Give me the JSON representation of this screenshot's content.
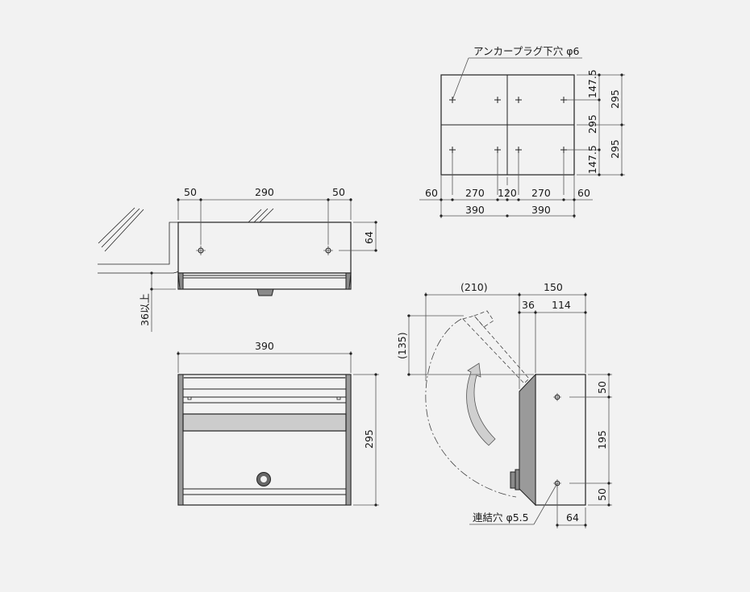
{
  "anchor_plan": {
    "callout": "アンカープラグ下穴 φ6",
    "horizontal_dims": [
      "60",
      "270",
      "120",
      "270",
      "60"
    ],
    "horizontal_totals": [
      "390",
      "390"
    ],
    "vertical_inner": [
      "147.5",
      "295",
      "147.5"
    ],
    "vertical_outer": [
      "295",
      "295"
    ]
  },
  "top_view": {
    "horizontal_dims": [
      "50",
      "290",
      "50"
    ],
    "depth_dim": "64",
    "clearance_label": "36以上"
  },
  "front_view": {
    "width_dim": "390",
    "height_dim": "295"
  },
  "side_view": {
    "open_reach": "(210)",
    "depth_total": "150",
    "depth_front": "36",
    "depth_back": "114",
    "open_height": "(135)",
    "vertical_dims": [
      "50",
      "195",
      "50"
    ],
    "hole_offset": "64",
    "hole_callout": "連結穴 φ5.5"
  }
}
